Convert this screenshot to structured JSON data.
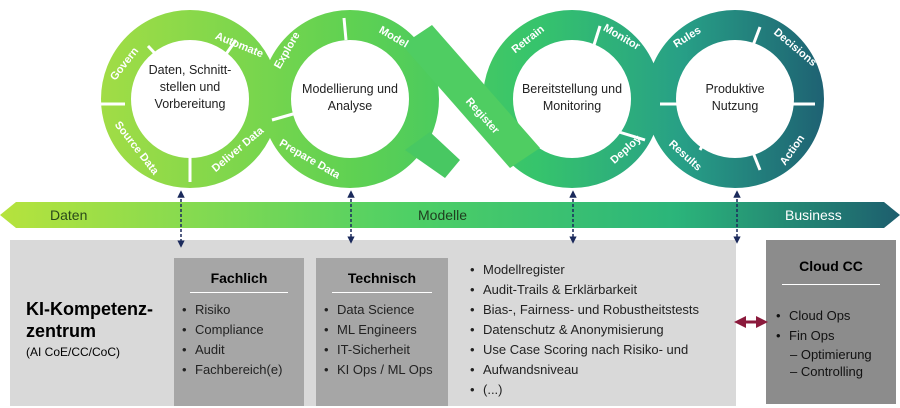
{
  "colors": {
    "green_light": "#9edb4c",
    "green_mid": "#42c95a",
    "teal": "#1f9a8c",
    "teal_dark": "#1d5e6e",
    "panel_grey": "#d9d9d9",
    "box_grey": "#a6a6a6",
    "cloud_grey": "#8c8c8c",
    "connector": "#1b2a5c",
    "arrow_double": "#8b1a3c"
  },
  "loop": {
    "left_circle": {
      "center_label": [
        "Daten, Schnitt-",
        "stellen und",
        "Vorbereitung"
      ],
      "segments": [
        "Govern",
        "Automate",
        "Deliver Data",
        "Source Data"
      ]
    },
    "middle_left": {
      "center_label": [
        "Modellierung und",
        "Analyse"
      ],
      "segments": [
        "Explore",
        "Model",
        "Prepare Data"
      ]
    },
    "crossing": {
      "segments": [
        "Register"
      ]
    },
    "middle_right": {
      "center_label": [
        "Bereitstellung und",
        "Monitoring"
      ],
      "segments": [
        "Retrain",
        "Monitor",
        "Deploy"
      ]
    },
    "right_circle": {
      "center_label": [
        "Produktive",
        "Nutzung"
      ],
      "segments": [
        "Rules",
        "Decisions",
        "Results",
        "Action"
      ]
    }
  },
  "band": {
    "left": "Daten",
    "middle": "Modelle",
    "right": "Business"
  },
  "kompetenzzentrum": {
    "title_line1": "KI-Kompetenz-",
    "title_line2": "zentrum",
    "subtitle": "(AI CoE/CC/CoC)"
  },
  "fachlich": {
    "title": "Fachlich",
    "items": [
      "Risiko",
      "Compliance",
      "Audit",
      "Fachbereich(e)"
    ]
  },
  "technisch": {
    "title": "Technisch",
    "items": [
      "Data Science",
      "ML Engineers",
      "IT-Sicherheit",
      "KI Ops / ML Ops"
    ]
  },
  "topics": {
    "items": [
      "Modellregister",
      "Audit-Trails & Erklärbarkeit",
      "Bias-, Fairness- und Robustheitstests",
      "Datenschutz & Anonymisierung",
      "Use Case Scoring nach Risiko- und",
      "Aufwandsniveau",
      "(...)"
    ]
  },
  "cloud": {
    "title": "Cloud CC",
    "items": [
      "Cloud Ops",
      "Fin Ops"
    ],
    "sub_items": [
      "– Optimierung",
      "– Controlling"
    ]
  }
}
